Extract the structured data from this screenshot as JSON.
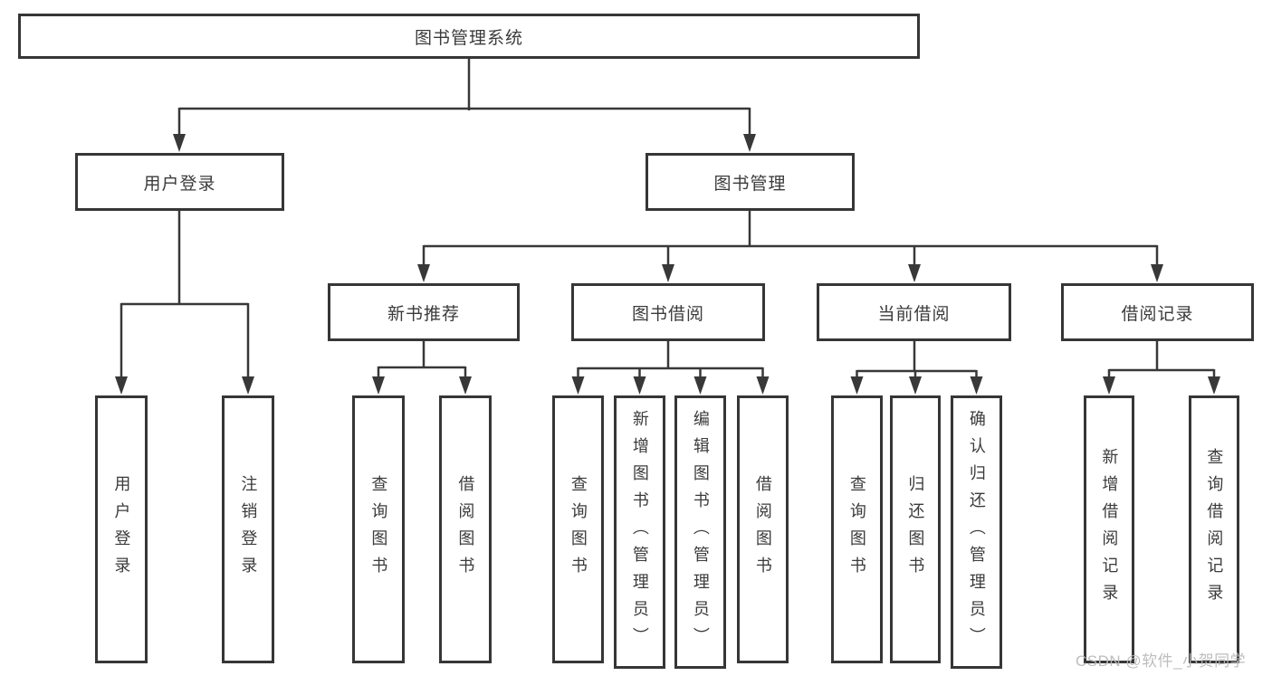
{
  "diagram_type": "hierarchy-diagram",
  "tree": {
    "root": {
      "label": "图书管理系统"
    },
    "branches": [
      {
        "label": "用户登录",
        "children": [
          {
            "label": "用户登录"
          },
          {
            "label": "注销登录"
          }
        ]
      },
      {
        "label": "图书管理",
        "children": [
          {
            "label": "新书推荐",
            "children": [
              {
                "label": "查询图书"
              },
              {
                "label": "借阅图书"
              }
            ]
          },
          {
            "label": "图书借阅",
            "children": [
              {
                "label": "查询图书"
              },
              {
                "label": "新增图书（管理员）"
              },
              {
                "label": "编辑图书（管理员）"
              },
              {
                "label": "借阅图书"
              }
            ]
          },
          {
            "label": "当前借阅",
            "children": [
              {
                "label": "查询图书"
              },
              {
                "label": "归还图书"
              },
              {
                "label": "确认归还（管理员）"
              }
            ]
          },
          {
            "label": "借阅记录",
            "children": [
              {
                "label": "新增借阅记录"
              },
              {
                "label": "查询借阅记录"
              }
            ]
          }
        ]
      }
    ]
  },
  "watermark": {
    "text": "CSDN @软件_小贺同学"
  },
  "colors": {
    "line": "#383838",
    "border": "#363636",
    "text": "#3b3b3b",
    "background": "#ffffff",
    "watermark": "#b9b9b9"
  }
}
